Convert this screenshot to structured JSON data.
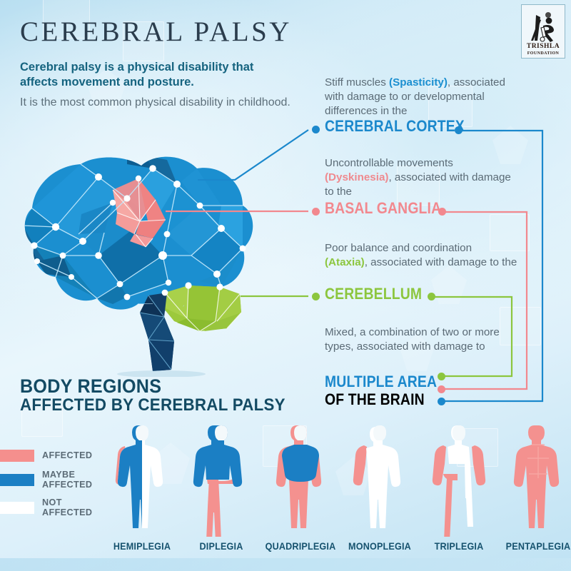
{
  "header": {
    "title": "CEREBRAL PALSY",
    "lede": "Cerebral palsy is a physical disability that affects movement and posture.",
    "subtitle": "It is the most common physical disability in childhood."
  },
  "logo": {
    "name": "TRISHLA",
    "tagline": "FOUNDATION",
    "icon": "trishla-foundation-logo"
  },
  "brain": {
    "icon": "low-poly-brain-illustration",
    "regions": [
      {
        "name": "cerebral-cortex",
        "color": "#1b88cc"
      },
      {
        "name": "basal-ganglia",
        "color": "#f2888e"
      },
      {
        "name": "cerebellum",
        "color": "#8cc63e"
      },
      {
        "name": "brain-stem",
        "color": "#123d66"
      }
    ]
  },
  "types": [
    {
      "id": "spasticity",
      "desc_pre": "Stiff muscles ",
      "desc_hl": "(Spasticity)",
      "desc_post": ", associated with damage to or developmental differences in the",
      "term": "CEREBRAL CORTEX",
      "color": "#1b88cc",
      "color_name": "blue"
    },
    {
      "id": "dyskinesia",
      "desc_pre": "Uncontrollable movements ",
      "desc_hl": "(Dyskinesia)",
      "desc_post": ", associated with damage to the",
      "term": "BASAL GANGLIA",
      "color": "#f2888e",
      "color_name": "pink"
    },
    {
      "id": "ataxia",
      "desc_pre": "Poor balance and coordination ",
      "desc_hl": "(Ataxia)",
      "desc_post": ", associated with damage to the",
      "term": "CEREBELLUM",
      "color": "#8cc63e",
      "color_name": "green"
    },
    {
      "id": "mixed",
      "desc_pre": "Mixed, a combination of two or more types, associated with damage to",
      "desc_hl": "",
      "desc_post": "",
      "term_line1": "MULTIPLE AREA",
      "term_line2a": "OF THE ",
      "term_line2b": "BRAIN",
      "color": "#1b88cc",
      "color_name": "multi"
    }
  ],
  "body_regions": {
    "title_line1": "BODY REGIONS",
    "title_line2": "AFFECTED BY CEREBRAL PALSY",
    "legend": [
      {
        "label": "AFFECTED",
        "color": "#f58f8d",
        "key": "affected"
      },
      {
        "label": "MAYBE AFFECTED",
        "label_l1": "MAYBE",
        "label_l2": "AFFECTED",
        "color": "#1b7fc4",
        "key": "maybe-affected"
      },
      {
        "label": "NOT AFFECTED",
        "color": "#ffffff",
        "key": "not-affected"
      }
    ],
    "figures": [
      {
        "label": "HEMIPLEGIA",
        "id": "hemiplegia"
      },
      {
        "label": "DIPLEGIA",
        "id": "diplegia"
      },
      {
        "label": "QUADRIPLEGIA",
        "id": "quadriplegia"
      },
      {
        "label": "MONOPLEGIA",
        "id": "monoplegia"
      },
      {
        "label": "TRIPLEGIA",
        "id": "triplegia"
      },
      {
        "label": "PENTAPLEGIA",
        "id": "pentaplegia"
      }
    ]
  },
  "colors": {
    "affected": "#f58f8d",
    "maybe_affected": "#1b7fc4",
    "not_affected": "#ffffff",
    "blue": "#1b88cc",
    "pink": "#f2888e",
    "green": "#8cc63e",
    "dark_navy": "#134a63",
    "background": "#d6edf8"
  }
}
